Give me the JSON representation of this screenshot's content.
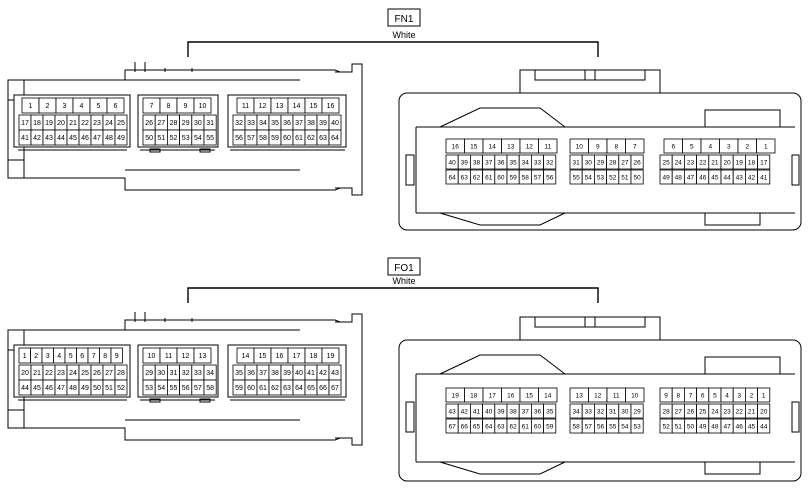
{
  "connectors": [
    {
      "id": "FN1",
      "color": "White",
      "rows": {
        "left": [
          [
            "1",
            "2",
            "3",
            "4",
            "5",
            "6"
          ],
          [
            "17",
            "18",
            "19",
            "20",
            "21",
            "22",
            "23",
            "24",
            "25"
          ],
          [
            "41",
            "42",
            "43",
            "44",
            "45",
            "46",
            "47",
            "48",
            "49"
          ]
        ],
        "center": [
          [
            "7",
            "8",
            "9",
            "10"
          ],
          [
            "26",
            "27",
            "28",
            "29",
            "30",
            "31"
          ],
          [
            "50",
            "51",
            "52",
            "53",
            "54",
            "55"
          ]
        ],
        "right": [
          [
            "11",
            "12",
            "13",
            "14",
            "15",
            "16"
          ],
          [
            "32",
            "33",
            "34",
            "35",
            "36",
            "37",
            "38",
            "39",
            "40"
          ],
          [
            "56",
            "57",
            "58",
            "59",
            "60",
            "61",
            "62",
            "63",
            "64"
          ]
        ]
      }
    },
    {
      "id": "FO1",
      "color": "White",
      "rows": {
        "left": [
          [
            "1",
            "2",
            "3",
            "4",
            "5",
            "6",
            "7",
            "8",
            "9"
          ],
          [
            "20",
            "21",
            "22",
            "23",
            "24",
            "25",
            "26",
            "27",
            "28"
          ],
          [
            "44",
            "45",
            "46",
            "47",
            "48",
            "49",
            "50",
            "51",
            "52"
          ]
        ],
        "center": [
          [
            "10",
            "11",
            "12",
            "13"
          ],
          [
            "29",
            "30",
            "31",
            "32",
            "33",
            "34"
          ],
          [
            "53",
            "54",
            "55",
            "56",
            "57",
            "58"
          ]
        ],
        "right": [
          [
            "14",
            "15",
            "16",
            "17",
            "18",
            "19"
          ],
          [
            "35",
            "36",
            "37",
            "38",
            "39",
            "40",
            "41",
            "42",
            "43"
          ],
          [
            "59",
            "60",
            "61",
            "62",
            "63",
            "64",
            "65",
            "66",
            "67"
          ]
        ]
      }
    }
  ]
}
